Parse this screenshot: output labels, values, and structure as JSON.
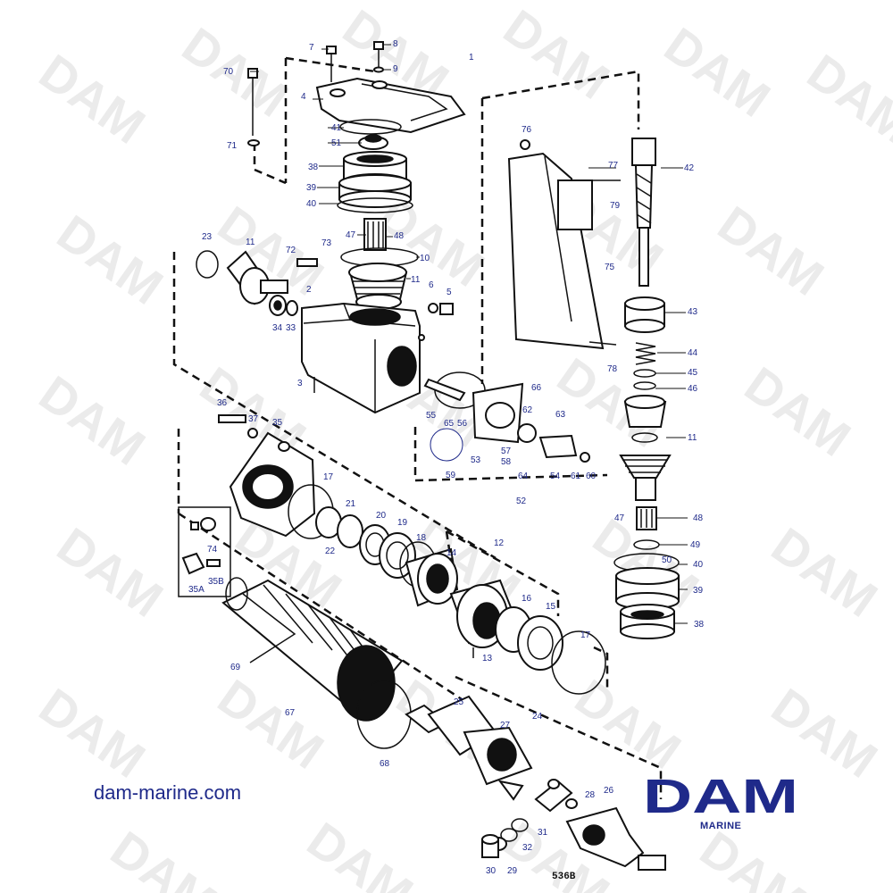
{
  "watermark": "DAM",
  "website": "dam-marine.com",
  "logo": {
    "text": "DAM",
    "subtitle": "MARINE",
    "color": "#1f2a8a"
  },
  "drawing_code": "536B",
  "callout_color": "#1f2a8a",
  "part_labels": [
    "1",
    "2",
    "3",
    "4",
    "5",
    "6",
    "7",
    "8",
    "9",
    "10",
    "11",
    "11",
    "11",
    "12",
    "13",
    "14",
    "15",
    "16",
    "17",
    "17",
    "18",
    "19",
    "20",
    "21",
    "22",
    "23",
    "24",
    "25",
    "26",
    "27",
    "28",
    "29",
    "30",
    "31",
    "32",
    "33",
    "34",
    "35",
    "35A",
    "35B",
    "36",
    "37",
    "38",
    "38",
    "39",
    "39",
    "40",
    "40",
    "41",
    "42",
    "43",
    "44",
    "45",
    "46",
    "47",
    "47",
    "48",
    "48",
    "49",
    "50",
    "51",
    "52",
    "53",
    "54",
    "55",
    "56",
    "57",
    "58",
    "59",
    "60",
    "61",
    "62",
    "63",
    "64",
    "65",
    "66",
    "67",
    "68",
    "69",
    "70",
    "71",
    "72",
    "73",
    "74",
    "75",
    "76",
    "77",
    "78",
    "79"
  ]
}
